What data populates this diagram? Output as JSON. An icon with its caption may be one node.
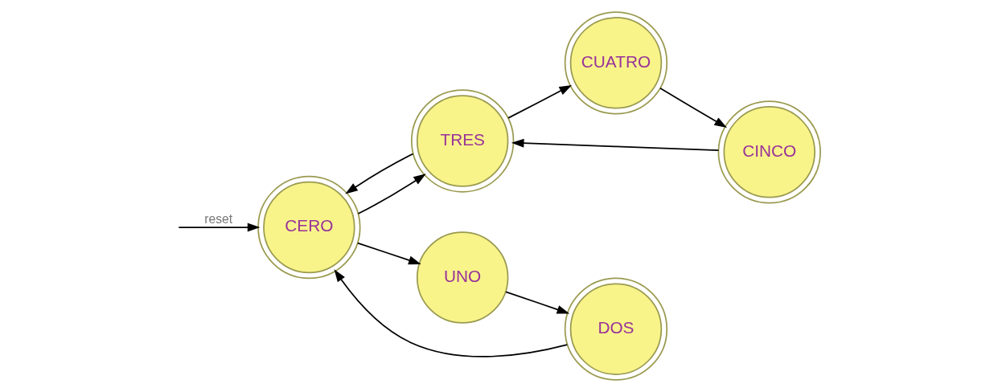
{
  "diagram": {
    "nodes": [
      {
        "text": [
          "CERO"
        ]
      },
      {
        "text": [
          "TRES"
        ]
      },
      {
        "text": [
          "UNO"
        ]
      },
      {
        "text": [
          "CUATRO"
        ]
      },
      {
        "text": [
          "CINCO"
        ]
      },
      {
        "text": [
          "DOS"
        ]
      }
    ],
    "edges": [
      {
        "from": null,
        "to": 0,
        "arrow": "to",
        "label": "reset"
      },
      {
        "from": 0,
        "to": 2,
        "arrow": "to"
      },
      {
        "from": 0,
        "to": 1,
        "arrow": "to"
      },
      {
        "from": 1,
        "to": 0,
        "arrow": "to"
      },
      {
        "from": 1,
        "to": 3,
        "arrow": "to"
      },
      {
        "from": 2,
        "to": 5,
        "arrow": "to"
      },
      {
        "from": 3,
        "to": 4,
        "arrow": "to"
      },
      {
        "from": 4,
        "to": 1,
        "arrow": "to"
      },
      {
        "from": 5,
        "to": 0,
        "arrow": "to"
      }
    ]
  }
}
